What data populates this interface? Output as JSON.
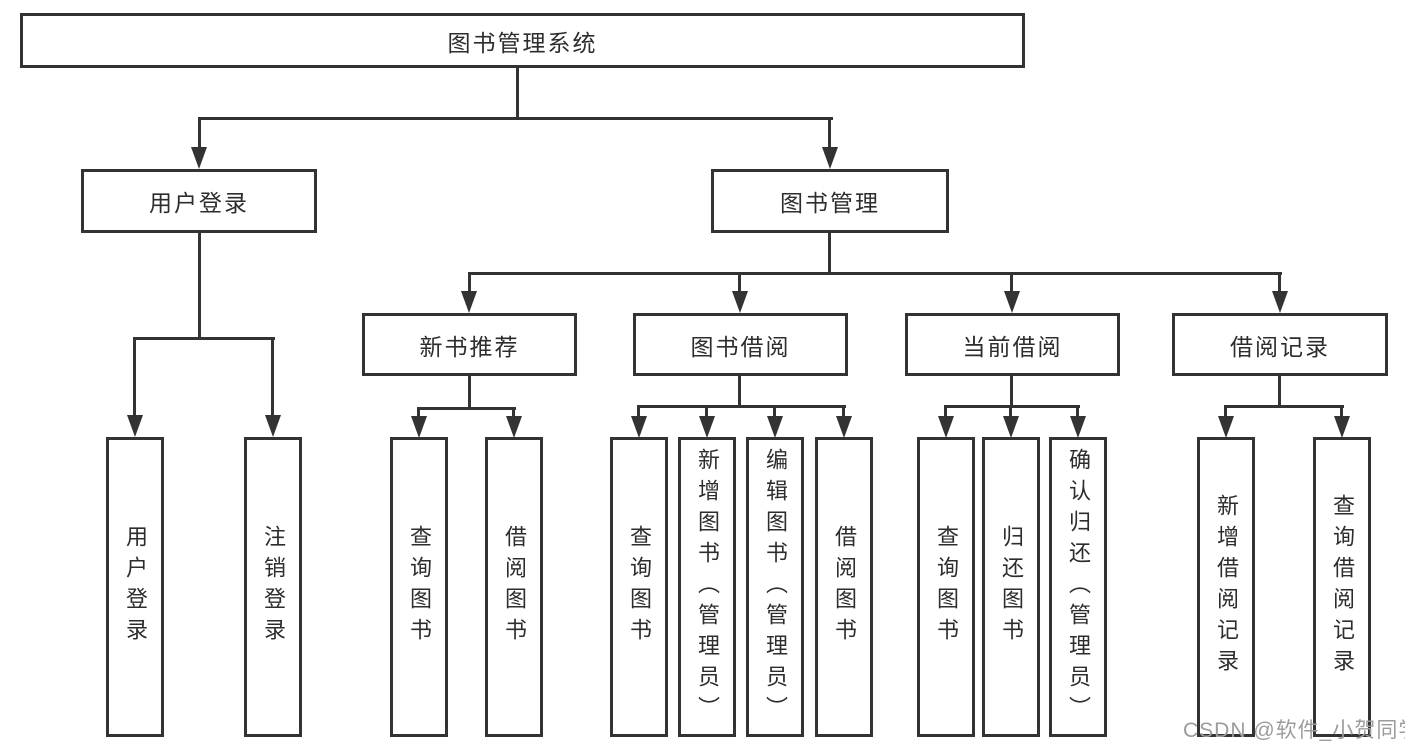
{
  "diagram": {
    "root": {
      "label": "图书管理系统"
    },
    "level2": [
      {
        "label": "用户登录"
      },
      {
        "label": "图书管理"
      }
    ],
    "level3": [
      {
        "label": "新书推荐"
      },
      {
        "label": "图书借阅"
      },
      {
        "label": "当前借阅"
      },
      {
        "label": "借阅记录"
      }
    ],
    "leaves": {
      "user_login": [
        {
          "label": "用户登录"
        },
        {
          "label": "注销登录"
        }
      ],
      "new_book": [
        {
          "label": "查询图书"
        },
        {
          "label": "借阅图书"
        }
      ],
      "book_borrow": [
        {
          "label": "查询图书"
        },
        {
          "label": "新增图书（管理员）"
        },
        {
          "label": "编辑图书（管理员）"
        },
        {
          "label": "借阅图书"
        }
      ],
      "current_borrow": [
        {
          "label": "查询图书"
        },
        {
          "label": "归还图书"
        },
        {
          "label": "确认归还（管理员）"
        }
      ],
      "borrow_record": [
        {
          "label": "新增借阅记录"
        },
        {
          "label": "查询借阅记录"
        }
      ]
    }
  },
  "watermark": {
    "text": "CSDN @软件_小贺同学"
  },
  "colors": {
    "line": "#333333",
    "text": "#2d2d2d",
    "watermark": "#9c9c9c",
    "background": "#ffffff"
  }
}
